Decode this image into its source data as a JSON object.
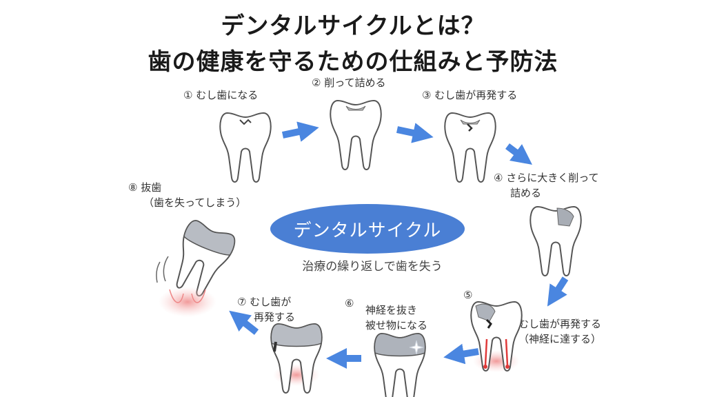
{
  "title": {
    "line1": "デンタルサイクルとは？",
    "line2": "歯の健康を守るための仕組みと予防法"
  },
  "center": {
    "label": "デンタルサイクル",
    "subtitle": "治療の繰り返しで歯を失う"
  },
  "steps": [
    {
      "text": "① むし歯になる"
    },
    {
      "text": "② 削って詰める"
    },
    {
      "text": "③ むし歯が再発する"
    },
    {
      "line1": "④ さらに大きく削って",
      "line2": "詰める"
    },
    {
      "number": "⑤",
      "line1": "むし歯が再発する",
      "line2": "（神経に達する）"
    },
    {
      "number": "⑥",
      "line1": "神経を抜き",
      "line2": "被せ物になる"
    },
    {
      "line1": "⑦ むし歯が",
      "line2": "再発する"
    },
    {
      "line1": "⑧ 抜歯",
      "line2": "（歯を失ってしまう）"
    }
  ],
  "colors": {
    "arrow": "#4a86e0",
    "ellipse": "#4a7fd4",
    "tooth_outline": "#555555",
    "crown_gray": "#aeb3bb",
    "gum_pink": "#f3b6b6",
    "nerve_red": "#e03a3a"
  },
  "icons": [
    "tooth-icon",
    "arrow-icon",
    "sparkle-icon",
    "motion-lines-icon"
  ]
}
